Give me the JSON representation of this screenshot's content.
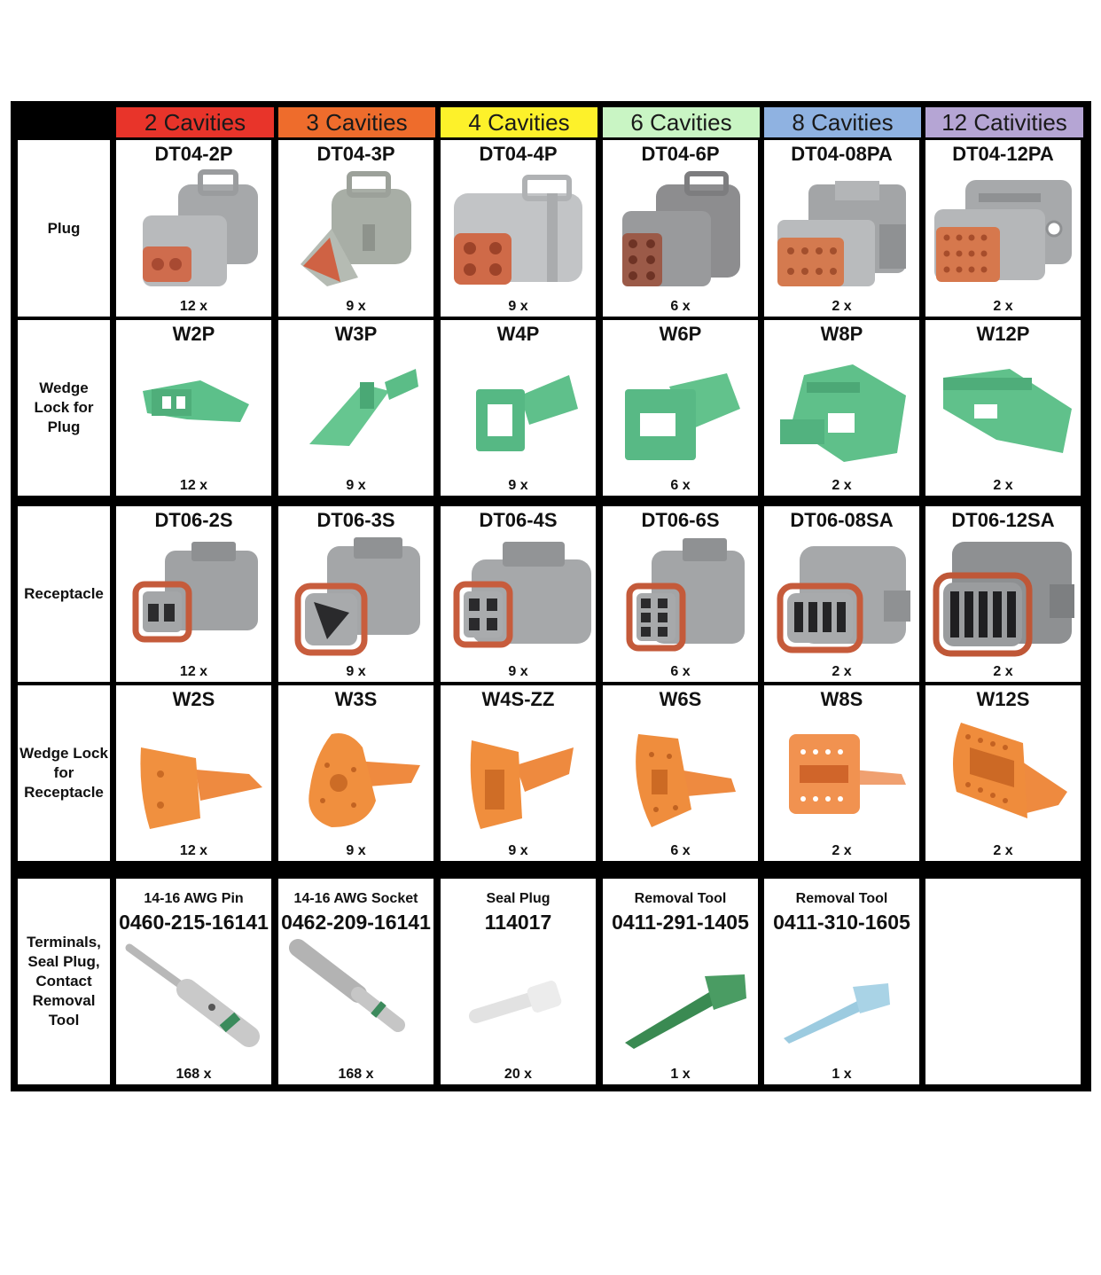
{
  "headers": [
    {
      "label": "2 Cavities",
      "color": "#e8342a"
    },
    {
      "label": "3 Cavities",
      "color": "#ee6c2c"
    },
    {
      "label": "4 Cavities",
      "color": "#fdf12a"
    },
    {
      "label": "6 Cavities",
      "color": "#c9f5c4"
    },
    {
      "label": "8 Cavities",
      "color": "#8fb2e1"
    },
    {
      "label": "12 Cativities",
      "color": "#b5a5d4"
    }
  ],
  "rows": [
    {
      "label": "Plug",
      "items": [
        {
          "part": "DT04-2P",
          "qty": "12 x"
        },
        {
          "part": "DT04-3P",
          "qty": "9 x"
        },
        {
          "part": "DT04-4P",
          "qty": "9 x"
        },
        {
          "part": "DT04-6P",
          "qty": "6 x"
        },
        {
          "part": "DT04-08PA",
          "qty": "2 x"
        },
        {
          "part": "DT04-12PA",
          "qty": "2 x"
        }
      ]
    },
    {
      "label": "Wedge Lock for Plug",
      "items": [
        {
          "part": "W2P",
          "qty": "12 x"
        },
        {
          "part": "W3P",
          "qty": "9 x"
        },
        {
          "part": "W4P",
          "qty": "9 x"
        },
        {
          "part": "W6P",
          "qty": "6 x"
        },
        {
          "part": "W8P",
          "qty": "2 x"
        },
        {
          "part": "W12P",
          "qty": "2 x"
        }
      ]
    },
    {
      "label": "Receptacle",
      "items": [
        {
          "part": "DT06-2S",
          "qty": "12 x"
        },
        {
          "part": "DT06-3S",
          "qty": "9 x"
        },
        {
          "part": "DT06-4S",
          "qty": "9 x"
        },
        {
          "part": "DT06-6S",
          "qty": "6 x"
        },
        {
          "part": "DT06-08SA",
          "qty": "2 x"
        },
        {
          "part": "DT06-12SA",
          "qty": "2 x"
        }
      ]
    },
    {
      "label": "Wedge Lock for Receptacle",
      "items": [
        {
          "part": "W2S",
          "qty": "12 x"
        },
        {
          "part": "W3S",
          "qty": "9 x"
        },
        {
          "part": "W4S-ZZ",
          "qty": "9 x"
        },
        {
          "part": "W6S",
          "qty": "6 x"
        },
        {
          "part": "W8S",
          "qty": "2 x"
        },
        {
          "part": "W12S",
          "qty": "2 x"
        }
      ]
    }
  ],
  "terminals": {
    "label": "Terminals, Seal Plug, Contact Removal Tool",
    "items": [
      {
        "desc": "14-16 AWG Pin",
        "part": "0460-215-16141",
        "qty": "168 x"
      },
      {
        "desc": "14-16 AWG Socket",
        "part": "0462-209-16141",
        "qty": "168 x"
      },
      {
        "desc": "Seal Plug",
        "part": "114017",
        "qty": "20 x"
      },
      {
        "desc": "Removal Tool",
        "part": "0411-291-1405",
        "qty": "1 x"
      },
      {
        "desc": "Removal Tool",
        "part": "0411-310-1605",
        "qty": "1 x"
      }
    ]
  }
}
